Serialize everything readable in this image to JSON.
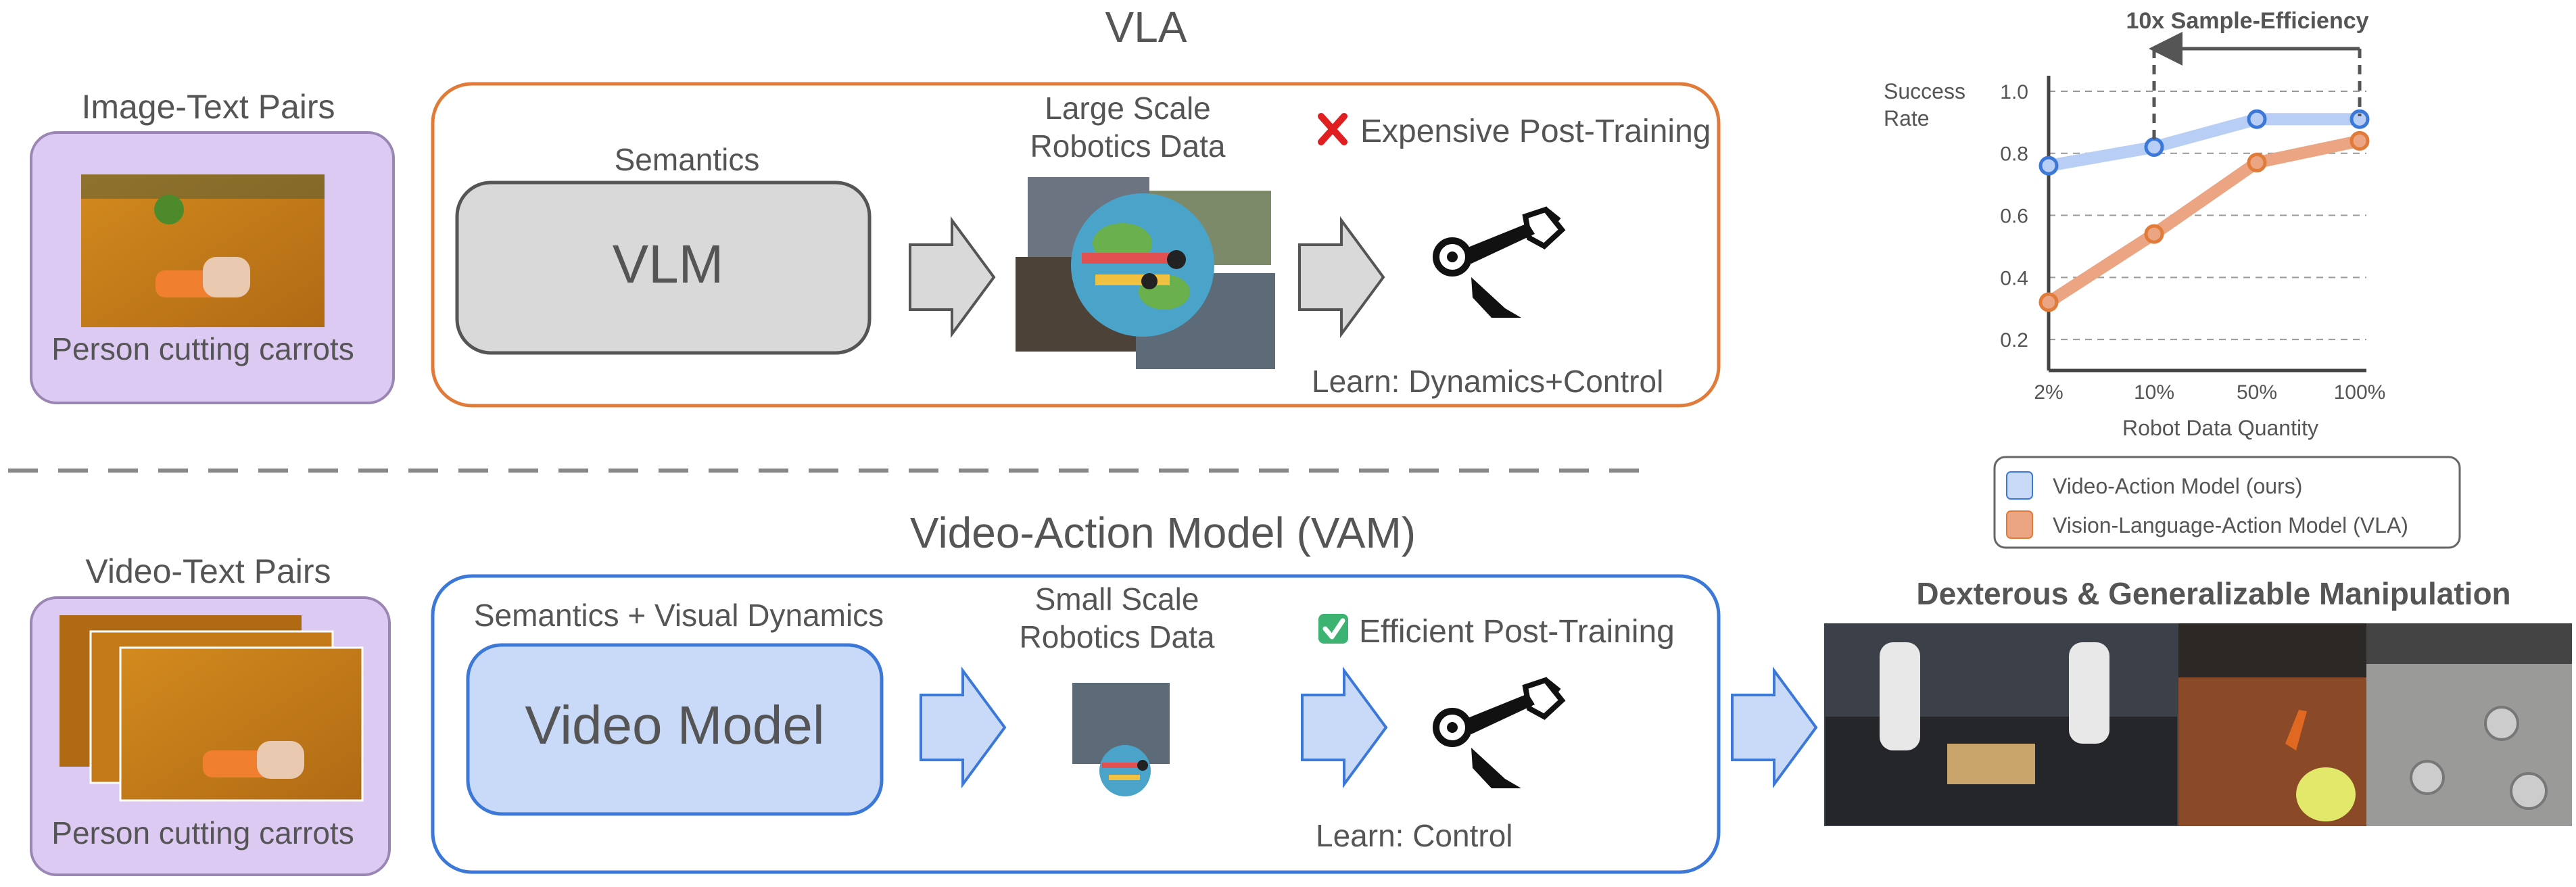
{
  "vla": {
    "title": "VLA",
    "input_title": "Image-Text Pairs",
    "input_caption": "Person cutting carrots",
    "semantics_label": "Semantics",
    "model_label": "VLM",
    "data_label_line1": "Large Scale",
    "data_label_line2": "Robotics Data",
    "post_training": "Expensive Post-Training",
    "learn": "Learn: Dynamics+Control"
  },
  "vam": {
    "title": "Video-Action Model (VAM)",
    "input_title": "Video-Text Pairs",
    "input_caption": "Person cutting carrots",
    "semantics_label": "Semantics + Visual Dynamics",
    "model_label": "Video Model",
    "data_label_line1": "Small Scale",
    "data_label_line2": "Robotics Data",
    "post_training": "Efficient Post-Training",
    "learn": "Learn: Control"
  },
  "manipulation_title": "Dexterous & Generalizable Manipulation",
  "colors": {
    "vla_border": "#e07b39",
    "vam_border": "#3b78d8",
    "input_fill": "#dccaf2",
    "input_border": "#9a86b3",
    "vlm_fill": "#d9d9d9",
    "video_model_fill": "#c9daf8",
    "vam_series": "#b8cef5",
    "vla_series": "#eba582",
    "cross_icon": "#e02020",
    "check_icon": "#3cb371"
  },
  "icons": [
    "cross-icon",
    "check-icon",
    "robot-arm-icon",
    "arrow-right-icon"
  ],
  "chart_data": {
    "type": "line",
    "title": "",
    "ylabel_line1": "Success",
    "ylabel_line2": "Rate",
    "xlabel": "Robot Data Quantity",
    "categories": [
      "2%",
      "10%",
      "50%",
      "100%"
    ],
    "yticks": [
      "0.2",
      "0.4",
      "0.6",
      "0.8",
      "1.0"
    ],
    "ylim": [
      0.1,
      1.05
    ],
    "grid": "horizontal-dashed",
    "series": [
      {
        "name": "Video-Action Model (ours)",
        "values": [
          0.76,
          0.82,
          0.91,
          0.91
        ]
      },
      {
        "name": "Vision-Language-Action Model (VLA)",
        "values": [
          0.32,
          0.54,
          0.77,
          0.84
        ]
      }
    ],
    "annotation": "10x Sample-Efficiency",
    "legend": "below"
  }
}
